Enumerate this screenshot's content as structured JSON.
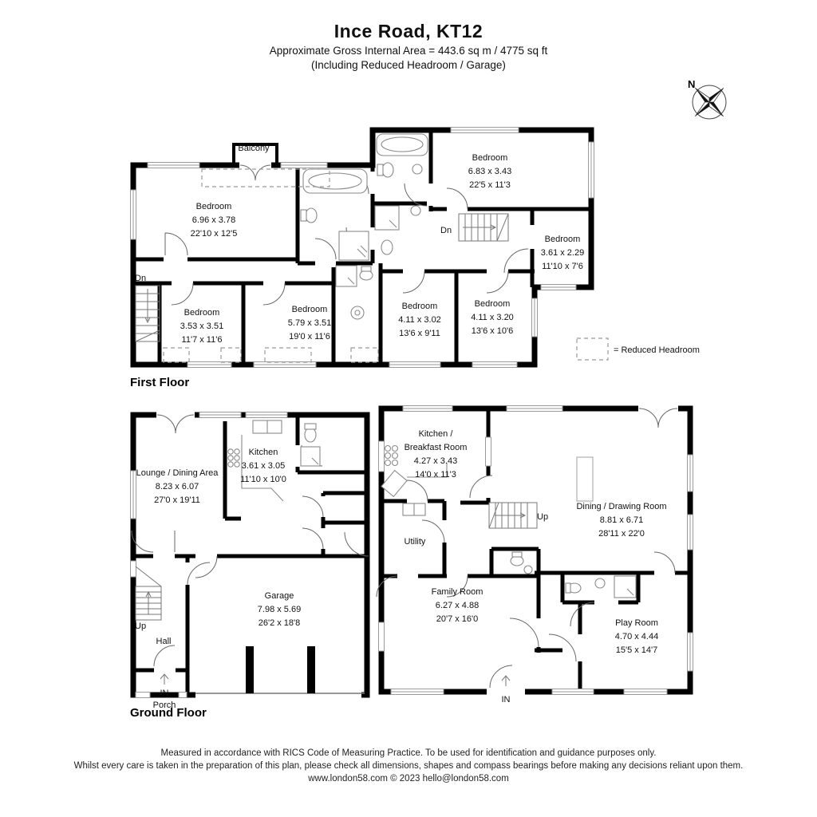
{
  "header": {
    "title": "Ince Road, KT12",
    "line1": "Approximate Gross Internal Area = 443.6 sq m / 4775 sq ft",
    "line2": "(Including Reduced Headroom / Garage)"
  },
  "compass": {
    "north": "N"
  },
  "legend": {
    "label": "= Reduced Headroom"
  },
  "first_floor": {
    "label": "First Floor",
    "balcony": "Balcony",
    "stairs_down_left": "Dn",
    "stairs_down_right": "Dn",
    "rooms": [
      {
        "name": "Bedroom",
        "metric": "6.96 x 3.78",
        "imperial": "22'10 x 12'5"
      },
      {
        "name": "Bedroom",
        "metric": "6.83 x 3.43",
        "imperial": "22'5 x 11'3"
      },
      {
        "name": "Bedroom",
        "metric": "3.61 x 2.29",
        "imperial": "11'10 x 7'6"
      },
      {
        "name": "Bedroom",
        "metric": "3.53 x 3.51",
        "imperial": "11'7 x 11'6"
      },
      {
        "name": "Bedroom",
        "metric": "5.79 x 3.51",
        "imperial": "19'0 x 11'6"
      },
      {
        "name": "Bedroom",
        "metric": "4.11 x 3.02",
        "imperial": "13'6 x 9'11"
      },
      {
        "name": "Bedroom",
        "metric": "4.11 x 3.20",
        "imperial": "13'6 x 10'6"
      }
    ]
  },
  "ground_floor": {
    "label": "Ground Floor",
    "hall": "Hall",
    "porch": "Porch",
    "utility": "Utility",
    "stairs_up_left": "Up",
    "stairs_up_right": "Up",
    "entrance_porch": "IN",
    "entrance_main": "IN",
    "rooms": [
      {
        "name": "Lounge / Dining Area",
        "metric": "8.23 x 6.07",
        "imperial": "27'0 x 19'11"
      },
      {
        "name": "Kitchen",
        "metric": "3.61 x 3.05",
        "imperial": "11'10 x 10'0"
      },
      {
        "name": "Kitchen /",
        "name2": "Breakfast Room",
        "metric": "4.27 x 3.43",
        "imperial": "14'0 x 11'3"
      },
      {
        "name": "Dining / Drawing Room",
        "metric": "8.81 x 6.71",
        "imperial": "28'11 x 22'0"
      },
      {
        "name": "Garage",
        "metric": "7.98 x 5.69",
        "imperial": "26'2 x 18'8"
      },
      {
        "name": "Family Room",
        "metric": "6.27 x 4.88",
        "imperial": "20'7 x 16'0"
      },
      {
        "name": "Play Room",
        "metric": "4.70 x 4.44",
        "imperial": "15'5 x 14'7"
      }
    ]
  },
  "footer": {
    "line1": "Measured in accordance with RICS Code of Measuring Practice. To be used for identification and guidance purposes only.",
    "line2": "Whilst every care is taken in the preparation of this plan, please check all dimensions, shapes and compass bearings before making any decisions reliant upon them.",
    "line3": "www.london58.com © 2023 hello@london58.com"
  }
}
